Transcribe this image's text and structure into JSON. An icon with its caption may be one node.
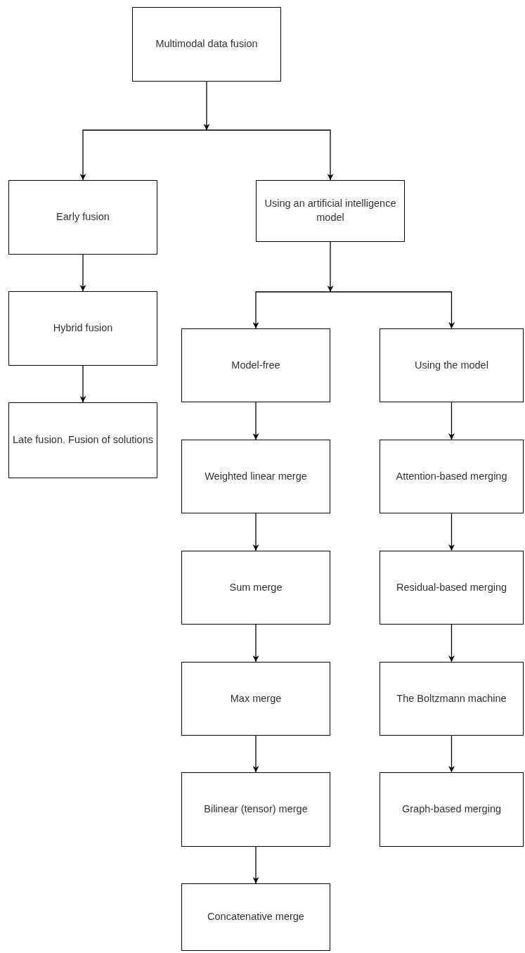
{
  "diagram": {
    "nodes": [
      {
        "text": [
          "Multimodal data fusion"
        ]
      },
      {
        "text": [
          "Early fusion"
        ]
      },
      {
        "text": [
          "Hybrid fusion"
        ]
      },
      {
        "text": [
          "Late fusion. Fusion of solutions"
        ]
      },
      {
        "text": [
          "Using an artificial intelligence model"
        ]
      },
      {
        "text": [
          "Model-free"
        ]
      },
      {
        "text": [
          "Using the model"
        ]
      },
      {
        "text": [
          "Weighted linear merge"
        ]
      },
      {
        "text": [
          "Sum merge"
        ]
      },
      {
        "text": [
          "Max merge"
        ]
      },
      {
        "text": [
          "Bilinear (tensor) merge"
        ]
      },
      {
        "text": [
          "Concatenative merge"
        ]
      },
      {
        "text": [
          "Attention-based merging"
        ]
      },
      {
        "text": [
          "Residual-based merging"
        ]
      },
      {
        "text": [
          "The Boltzmann machine"
        ]
      },
      {
        "text": [
          "Graph-based merging"
        ]
      }
    ],
    "edges": [
      {
        "from": 0,
        "to": 1,
        "arrow": "to"
      },
      {
        "from": 0,
        "to": 4,
        "arrow": "to"
      },
      {
        "from": 1,
        "to": 2,
        "arrow": "to"
      },
      {
        "from": 2,
        "to": 3,
        "arrow": "to"
      },
      {
        "from": 4,
        "to": 5,
        "arrow": "to"
      },
      {
        "from": 4,
        "to": 6,
        "arrow": "to"
      },
      {
        "from": 5,
        "to": 7,
        "arrow": "to"
      },
      {
        "from": 7,
        "to": 8,
        "arrow": "to"
      },
      {
        "from": 8,
        "to": 9,
        "arrow": "to"
      },
      {
        "from": 9,
        "to": 10,
        "arrow": "to"
      },
      {
        "from": 10,
        "to": 11,
        "arrow": "to"
      },
      {
        "from": 6,
        "to": 12,
        "arrow": "to"
      },
      {
        "from": 12,
        "to": 13,
        "arrow": "to"
      },
      {
        "from": 13,
        "to": 14,
        "arrow": "to"
      },
      {
        "from": 14,
        "to": 15,
        "arrow": "to"
      }
    ]
  }
}
